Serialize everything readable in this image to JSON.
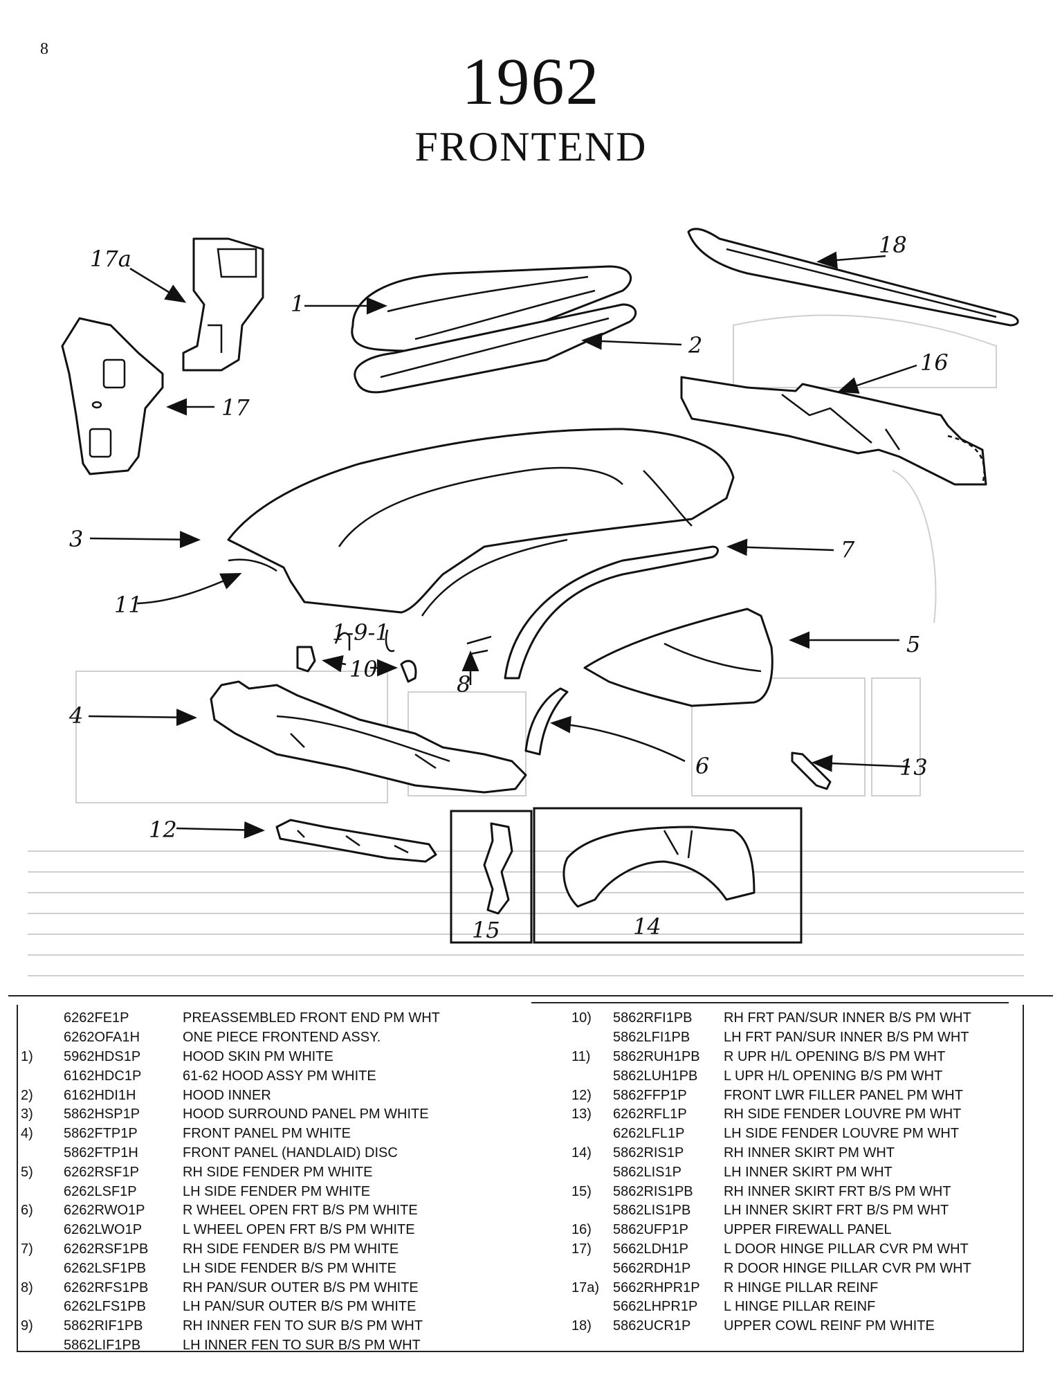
{
  "page": {
    "number": "8",
    "year": "1962",
    "subtitle": "FRONTEND"
  },
  "callouts": {
    "c1": "1",
    "c2": "2",
    "c3": "3",
    "c4": "4",
    "c5": "5",
    "c6": "6",
    "c7": "7",
    "c8": "8",
    "c10": "10",
    "c11": "11",
    "c12": "12",
    "c13": "13",
    "c14": "14",
    "c15": "15",
    "c16": "16",
    "c17": "17",
    "c17a": "17a",
    "c18": "18"
  },
  "legend": {
    "left": [
      {
        "num": "",
        "code": "6262FE1P",
        "desc": "PREASSEMBLED FRONT END PM WHT"
      },
      {
        "num": "",
        "code": "6262OFA1H",
        "desc": "ONE PIECE FRONTEND ASSY."
      },
      {
        "num": "1)",
        "code": "5962HDS1P",
        "desc": "HOOD SKIN PM WHITE"
      },
      {
        "num": "",
        "code": "6162HDC1P",
        "desc": "61-62 HOOD ASSY PM WHITE"
      },
      {
        "num": "2)",
        "code": "6162HDI1H",
        "desc": "HOOD INNER"
      },
      {
        "num": "3)",
        "code": "5862HSP1P",
        "desc": "HOOD SURROUND PANEL PM WHITE"
      },
      {
        "num": "4)",
        "code": "5862FTP1P",
        "desc": "FRONT PANEL PM WHITE"
      },
      {
        "num": "",
        "code": "5862FTP1H",
        "desc": "FRONT PANEL (HANDLAID) DISC"
      },
      {
        "num": "5)",
        "code": "6262RSF1P",
        "desc": "RH SIDE FENDER PM WHITE"
      },
      {
        "num": "",
        "code": "6262LSF1P",
        "desc": "LH SIDE FENDER PM WHITE"
      },
      {
        "num": "6)",
        "code": "6262RWO1P",
        "desc": "R WHEEL OPEN FRT B/S PM WHITE"
      },
      {
        "num": "",
        "code": "6262LWO1P",
        "desc": "L WHEEL OPEN FRT B/S PM WHITE"
      },
      {
        "num": "7)",
        "code": "6262RSF1PB",
        "desc": "RH SIDE FENDER B/S PM WHITE"
      },
      {
        "num": "",
        "code": "6262LSF1PB",
        "desc": "LH SIDE FENDER B/S PM WHITE"
      },
      {
        "num": "8)",
        "code": "6262RFS1PB",
        "desc": "RH PAN/SUR OUTER B/S PM WHITE"
      },
      {
        "num": "",
        "code": "6262LFS1PB",
        "desc": "LH PAN/SUR OUTER B/S PM WHITE"
      },
      {
        "num": "9)",
        "code": "5862RIF1PB",
        "desc": "RH INNER FEN TO SUR B/S PM WHT"
      },
      {
        "num": "",
        "code": "5862LIF1PB",
        "desc": "LH INNER FEN TO SUR B/S PM WHT"
      }
    ],
    "right": [
      {
        "num": "10)",
        "code": "5862RFI1PB",
        "desc": "RH FRT PAN/SUR INNER B/S PM WHT"
      },
      {
        "num": "",
        "code": "5862LFI1PB",
        "desc": "LH FRT PAN/SUR INNER B/S PM WHT"
      },
      {
        "num": "11)",
        "code": "5862RUH1PB",
        "desc": "R UPR H/L OPENING B/S PM WHT"
      },
      {
        "num": "",
        "code": "5862LUH1PB",
        "desc": "L UPR H/L OPENING B/S PM WHT"
      },
      {
        "num": "12)",
        "code": "5862FFP1P",
        "desc": "FRONT LWR FILLER PANEL PM WHT"
      },
      {
        "num": "13)",
        "code": "6262RFL1P",
        "desc": "RH SIDE FENDER LOUVRE PM WHT"
      },
      {
        "num": "",
        "code": "6262LFL1P",
        "desc": "LH SIDE FENDER LOUVRE PM WHT"
      },
      {
        "num": "14)",
        "code": "5862RIS1P",
        "desc": "RH INNER SKIRT PM WHT"
      },
      {
        "num": "",
        "code": "5862LIS1P",
        "desc": "LH INNER SKIRT PM WHT"
      },
      {
        "num": "15)",
        "code": "5862RIS1PB",
        "desc": "RH INNER SKIRT FRT B/S PM WHT"
      },
      {
        "num": "",
        "code": "5862LIS1PB",
        "desc": "LH INNER SKIRT FRT B/S PM WHT"
      },
      {
        "num": "16)",
        "code": "5862UFP1P",
        "desc": "UPPER FIREWALL PANEL"
      },
      {
        "num": "17)",
        "code": "5662LDH1P",
        "desc": "L DOOR HINGE PILLAR CVR PM WHT"
      },
      {
        "num": "",
        "code": "5662RDH1P",
        "desc": "R DOOR HINGE PILLAR CVR PM WHT"
      },
      {
        "num": "17a)",
        "code": "5662RHPR1P",
        "desc": "R HINGE PILLAR REINF"
      },
      {
        "num": "",
        "code": "5662LHPR1P",
        "desc": "L HINGE PILLAR REINF"
      },
      {
        "num": "18)",
        "code": "5862UCR1P",
        "desc": "UPPER COWL REINF PM WHITE"
      }
    ]
  }
}
